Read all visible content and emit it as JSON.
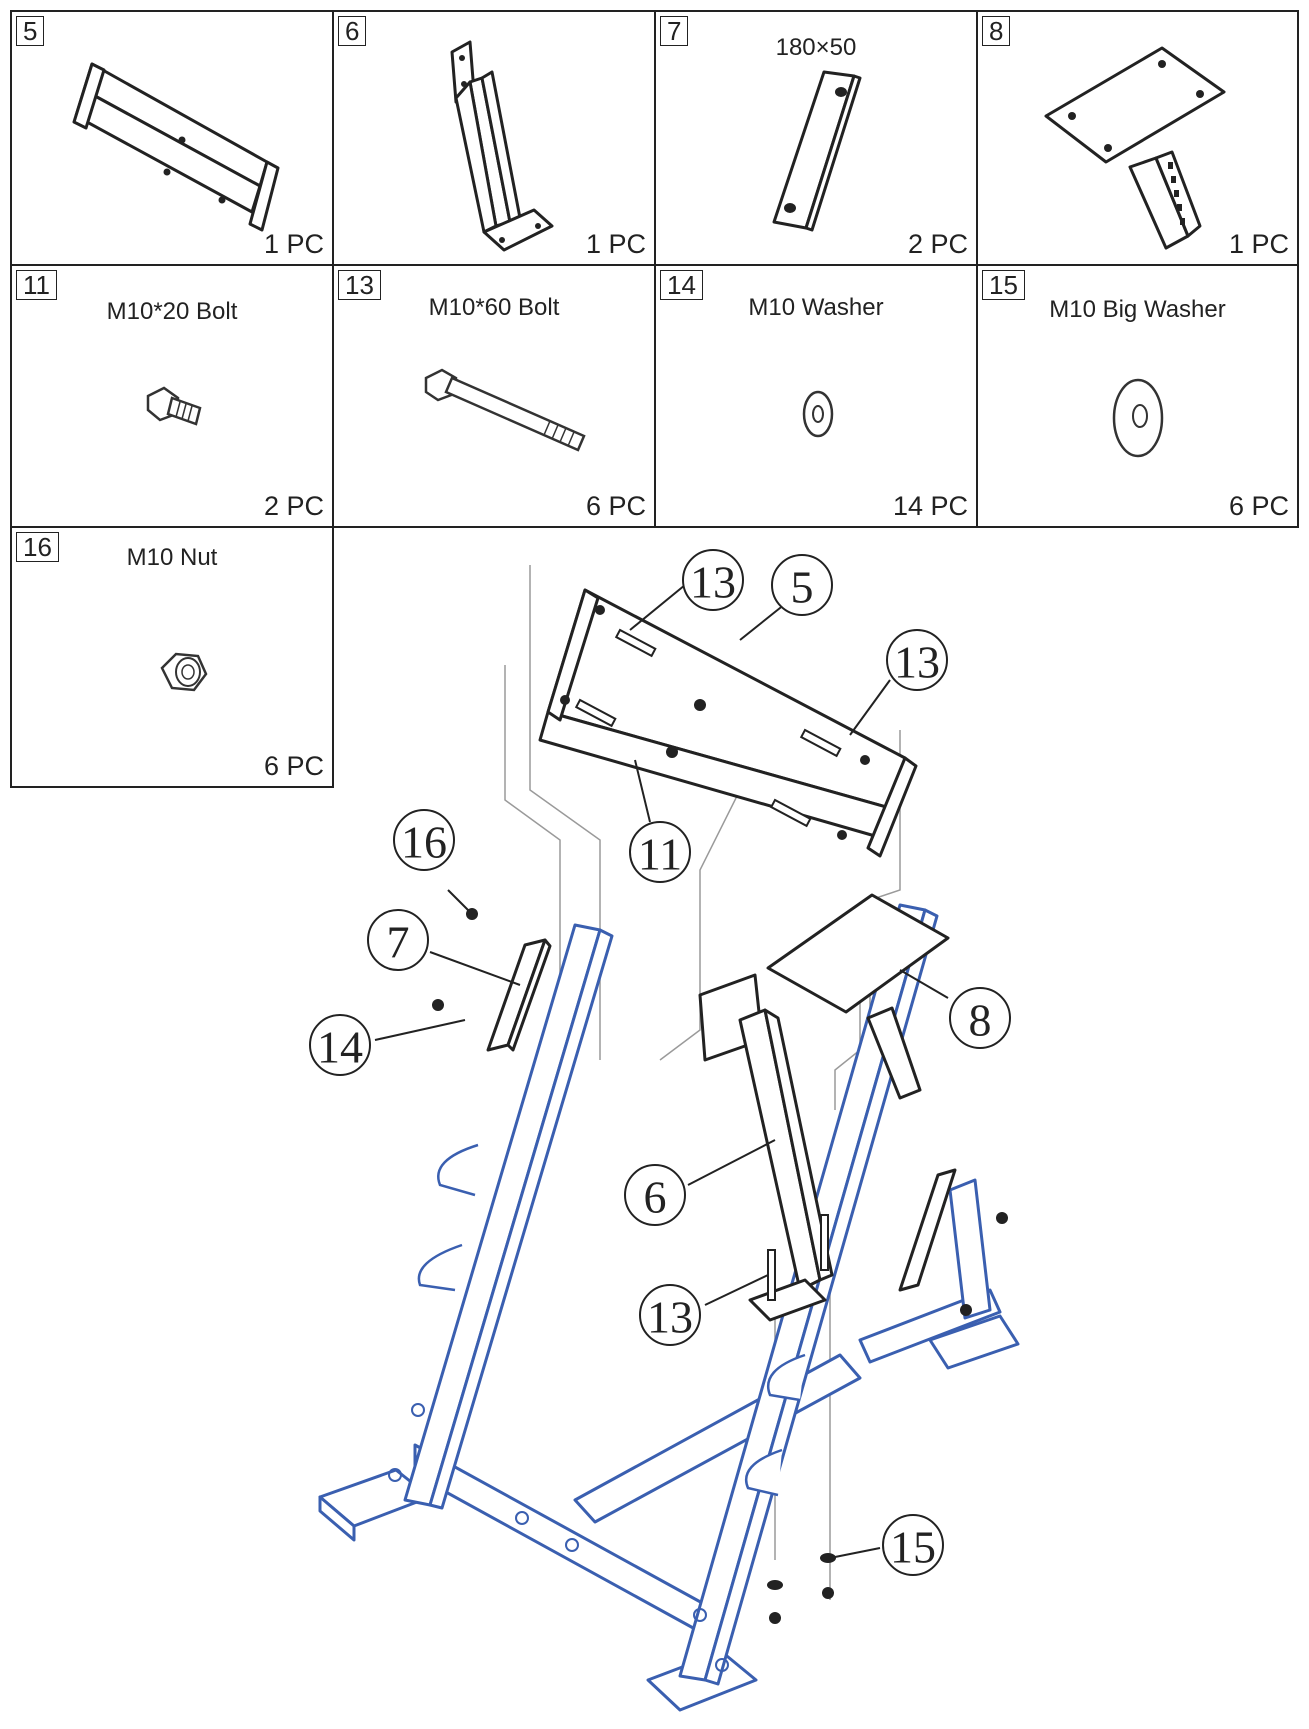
{
  "parts": [
    {
      "number": "5",
      "title": "",
      "qty": "1 PC"
    },
    {
      "number": "6",
      "title": "",
      "qty": "1 PC"
    },
    {
      "number": "7",
      "title": "180×50",
      "qty": "2 PC"
    },
    {
      "number": "8",
      "title": "",
      "qty": "1 PC"
    },
    {
      "number": "11",
      "title": "M10*20 Bolt",
      "qty": "2 PC"
    },
    {
      "number": "13",
      "title": "M10*60 Bolt",
      "qty": "6 PC"
    },
    {
      "number": "14",
      "title": "M10 Washer",
      "qty": "14 PC"
    },
    {
      "number": "15",
      "title": "M10 Big Washer",
      "qty": "6 PC"
    },
    {
      "number": "16",
      "title": "M10 Nut",
      "qty": "6 PC"
    }
  ],
  "callouts": {
    "c13a": "13",
    "c5": "5",
    "c13b": "13",
    "c11": "11",
    "c16": "16",
    "c7": "7",
    "c14": "14",
    "c8": "8",
    "c6": "6",
    "c13c": "13",
    "c15": "15"
  },
  "colors": {
    "frame_blue": "#3a5fb0",
    "line": "#222222",
    "guide": "#9a9a9a"
  }
}
